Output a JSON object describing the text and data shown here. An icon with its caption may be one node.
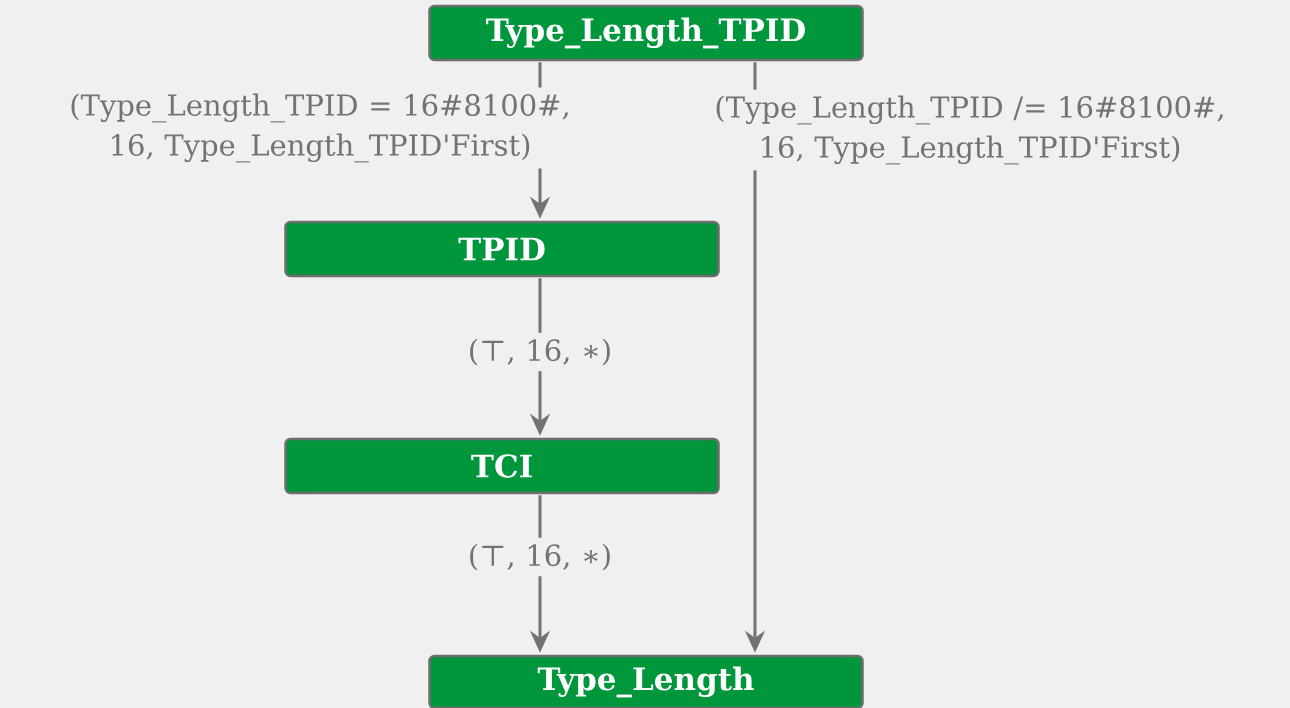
{
  "diagram": {
    "nodes": [
      {
        "text": [
          "Type_Length_TPID"
        ]
      },
      {
        "text": [
          "TPID"
        ]
      },
      {
        "text": [
          "TCI"
        ]
      },
      {
        "text": [
          "Type_Length"
        ]
      }
    ],
    "edges": [
      {
        "from": 0,
        "to": 1,
        "arrow": "to",
        "label": "(Type_Length_TPID = 16#8100#, 16, Type_Length_TPID'First)"
      },
      {
        "from": 0,
        "to": 3,
        "arrow": "to",
        "label": "(Type_Length_TPID /= 16#8100#, 16, Type_Length_TPID'First)"
      },
      {
        "from": 1,
        "to": 2,
        "arrow": "to",
        "label": "(⊤, 16, ∗)"
      },
      {
        "from": 2,
        "to": 3,
        "arrow": "to",
        "label": "(⊤, 16, ∗)"
      }
    ]
  }
}
